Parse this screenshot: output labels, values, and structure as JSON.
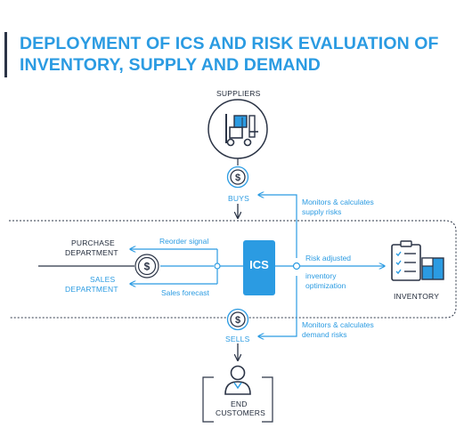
{
  "title": {
    "line1": "DEPLOYMENT OF ICS AND RISK EVALUATION OF",
    "line2": "INVENTORY, SUPPLY AND DEMAND"
  },
  "nodes": {
    "suppliers": "SUPPLIERS",
    "buys": "BUYS",
    "purchase_department": [
      "PURCHASE",
      "DEPARTMENT"
    ],
    "sales_department": [
      "SALES",
      "DEPARTMENT"
    ],
    "ics": "ICS",
    "inventory": "INVENTORY",
    "sells": "SELLS",
    "end_customers": [
      "END",
      "CUSTOMERS"
    ]
  },
  "flows": {
    "reorder_signal": "Reorder signal",
    "sales_forecast": "Sales forecast",
    "risk_adjusted": "Risk adjusted",
    "inventory_optimization": [
      "inventory",
      "optimization"
    ],
    "supply_risks": [
      "Monitors & calculates",
      "supply risks"
    ],
    "demand_risks": [
      "Monitors & calculates",
      "demand risks"
    ]
  },
  "icons": [
    "forklift-icon",
    "dollar-coin-icon",
    "clipboard-icon",
    "box-icon",
    "person-icon"
  ],
  "colors": {
    "accent": "#2b9be2",
    "dark": "#2b3446",
    "ics_box": "#2b9be2"
  }
}
